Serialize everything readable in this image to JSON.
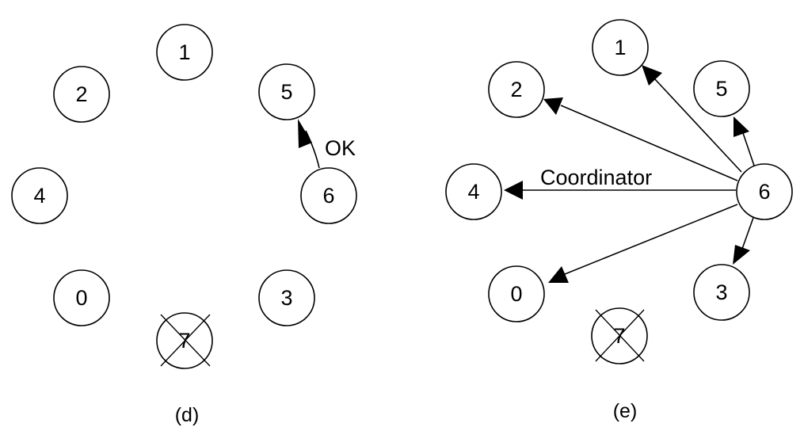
{
  "panels": [
    {
      "id": "d",
      "caption": "(d)",
      "nodes": [
        {
          "label": "1",
          "crashed": false
        },
        {
          "label": "2",
          "crashed": false
        },
        {
          "label": "5",
          "crashed": false
        },
        {
          "label": "4",
          "crashed": false
        },
        {
          "label": "6",
          "crashed": false
        },
        {
          "label": "0",
          "crashed": false
        },
        {
          "label": "3",
          "crashed": false
        },
        {
          "label": "7",
          "crashed": true
        }
      ],
      "edges": [
        {
          "from": "6",
          "to": "5",
          "label": "OK"
        }
      ]
    },
    {
      "id": "e",
      "caption": "(e)",
      "nodes": [
        {
          "label": "1",
          "crashed": false
        },
        {
          "label": "2",
          "crashed": false
        },
        {
          "label": "5",
          "crashed": false
        },
        {
          "label": "4",
          "crashed": false
        },
        {
          "label": "6",
          "crashed": false
        },
        {
          "label": "0",
          "crashed": false
        },
        {
          "label": "3",
          "crashed": false
        },
        {
          "label": "7",
          "crashed": true
        }
      ],
      "edges": [
        {
          "from": "6",
          "to": "1",
          "label": ""
        },
        {
          "from": "6",
          "to": "2",
          "label": ""
        },
        {
          "from": "6",
          "to": "5",
          "label": ""
        },
        {
          "from": "6",
          "to": "4",
          "label": "Coordinator"
        },
        {
          "from": "6",
          "to": "0",
          "label": ""
        },
        {
          "from": "6",
          "to": "3",
          "label": ""
        }
      ]
    }
  ]
}
